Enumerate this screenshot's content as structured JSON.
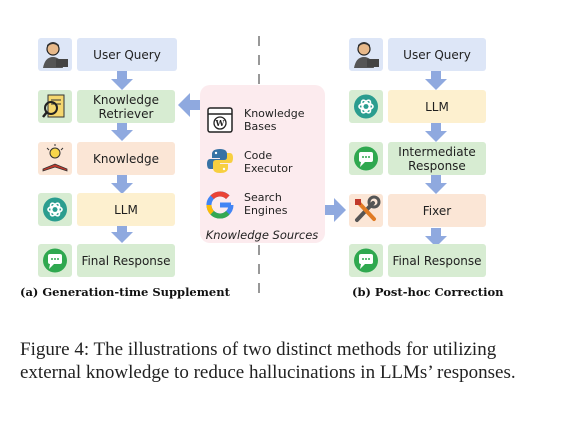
{
  "left_panel": {
    "caption": "(a) Generation-time Supplement",
    "steps": {
      "user_query": "User Query",
      "knowledge_retriever": "Knowledge Retriever",
      "knowledge": "Knowledge",
      "llm": "LLM",
      "final_response": "Final Response"
    }
  },
  "knowledge_sources": {
    "title": "Knowledge Sources",
    "items": {
      "knowledge_bases": "Knowledge Bases",
      "code_executor": "Code Executor",
      "search_engines": "Search Engines"
    }
  },
  "right_panel": {
    "caption": "(b) Post-hoc Correction",
    "steps": {
      "user_query": "User Query",
      "llm": "LLM",
      "intermediate_response": "Intermediate Response",
      "fixer": "Fixer",
      "final_response": "Final Response"
    }
  },
  "figure_caption": "Figure 4: The illustrations of two distinct methods for utilizing external knowledge to reduce hallucinations in LLMs’ responses.",
  "colors": {
    "blue_box": "#dde6f7",
    "green_box": "#d7ecd2",
    "peach_box": "#fbe6d6",
    "yellow_box": "#fdf0cf",
    "arrow": "#8fa9df",
    "sources_bg": "#fcebee"
  },
  "icons": [
    "user-icon",
    "retriever-icon",
    "knowledge-lightbulb-icon",
    "openai-icon",
    "chat-bubble-icon",
    "wiki-icon",
    "python-icon",
    "google-icon",
    "wrench-icon"
  ]
}
